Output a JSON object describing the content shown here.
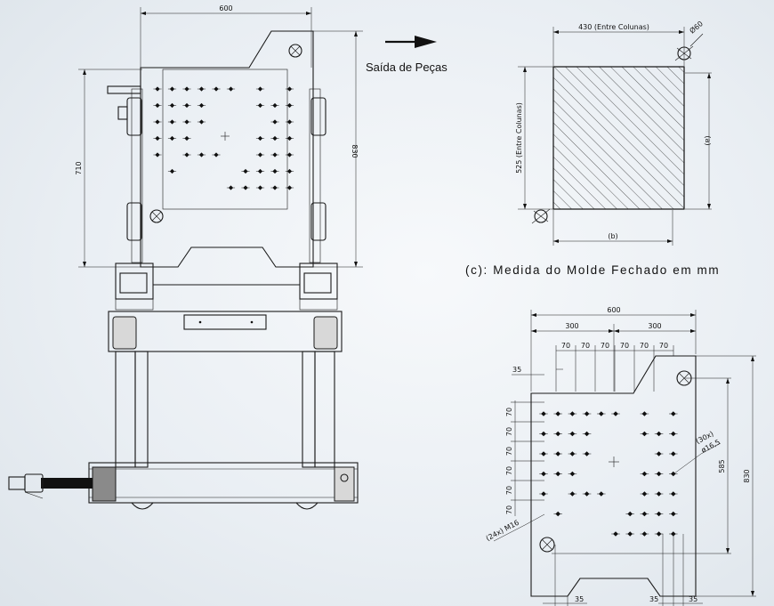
{
  "front_view": {
    "width_dim": "600",
    "height_dim_left": "710",
    "height_dim_right": "830"
  },
  "exit_label": "Saída de Peças",
  "tie_bar_view": {
    "width_dim": "430 (Entre Colunas)",
    "height_dim": "525 (Entre Colunas)",
    "diameter_dim": "Ø60",
    "dim_a": "(a)",
    "dim_b": "(b)",
    "caption": "(c): Medida do Molde Fechado em mm"
  },
  "platen_view": {
    "width_dim": "600",
    "half_left": "300",
    "half_right": "300",
    "pitch_top": [
      "70",
      "70",
      "70",
      "70",
      "70",
      "70"
    ],
    "pitch_left": [
      "70",
      "70",
      "70",
      "70",
      "70",
      "70"
    ],
    "edge_dim": "35",
    "height_inner": "585",
    "height_total": "830",
    "hole_note_a": "(30x)",
    "hole_note_b": "ø16,5",
    "thread_note": "(24x) M16",
    "bottom_35_left": "35",
    "bottom_35_a": "35",
    "bottom_35_b": "35"
  }
}
